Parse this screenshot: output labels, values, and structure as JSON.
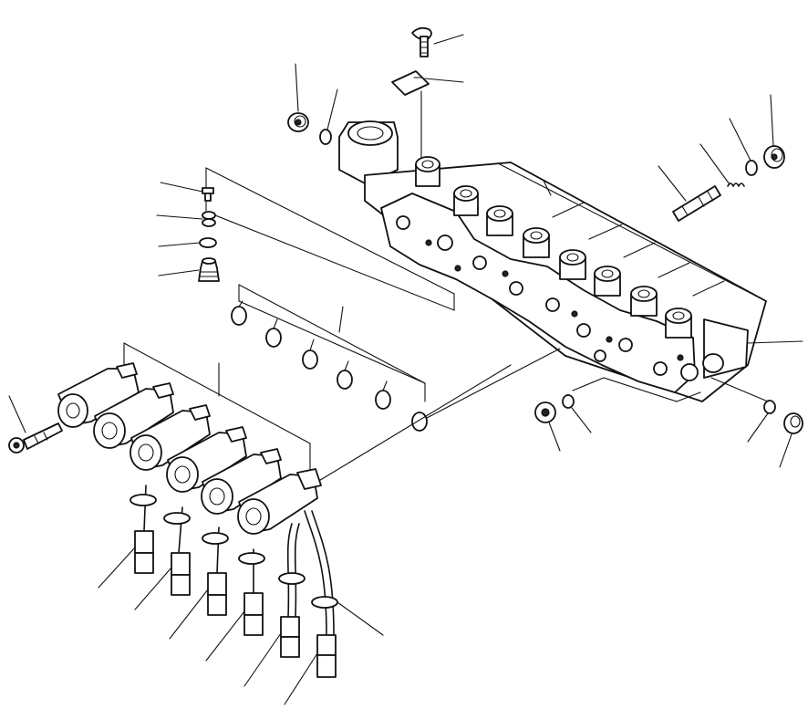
{
  "diagram": {
    "solenoid_count": 6,
    "o_ring_count": 6,
    "valve_port_count": 8,
    "ink_color": "#111111",
    "paper_color": "#ffffff"
  }
}
